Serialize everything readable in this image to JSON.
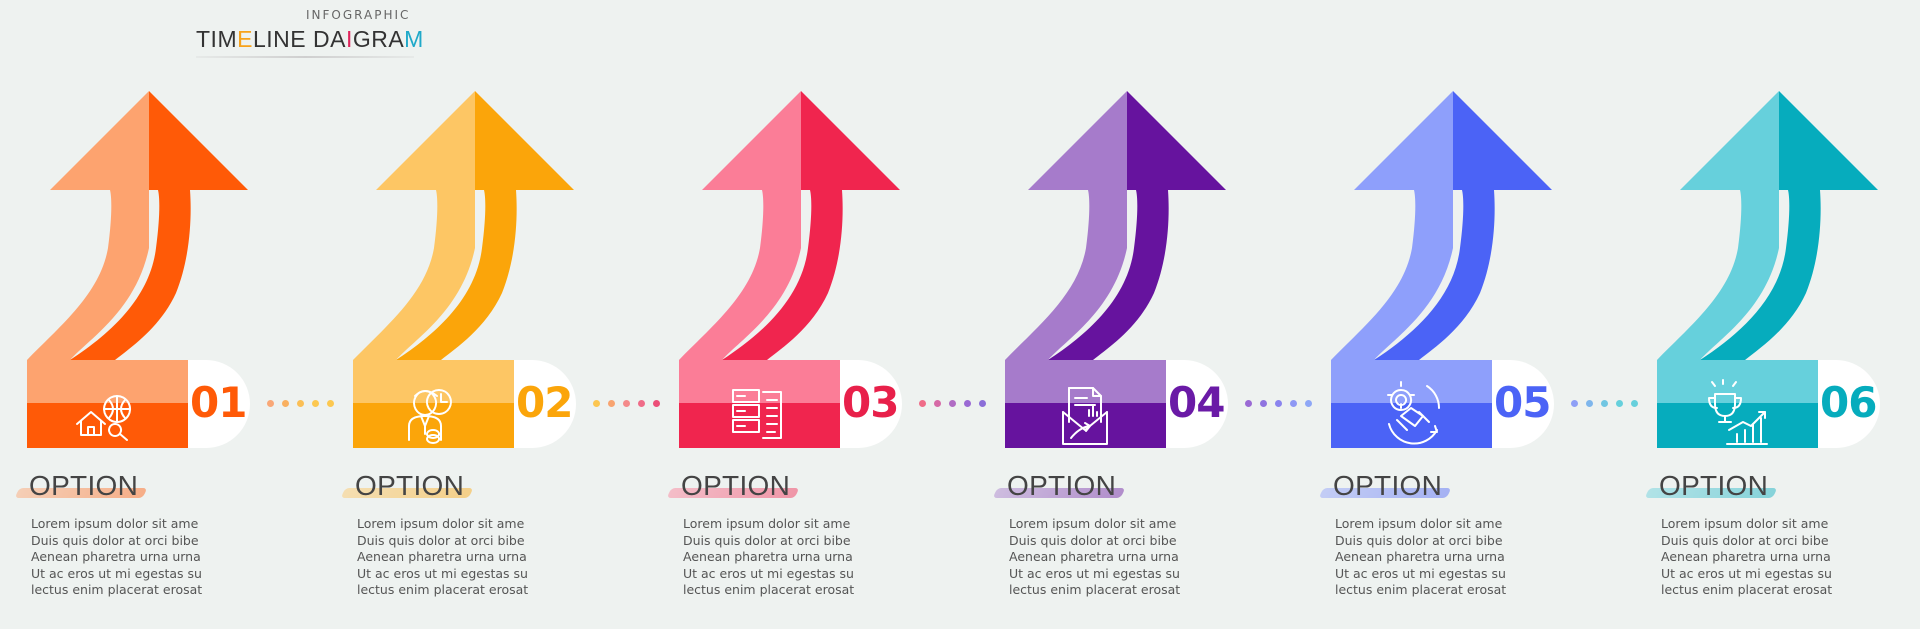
{
  "header": {
    "supertitle": "INFOGRAPHIC",
    "title_parts": [
      {
        "text": "TIM",
        "color": "#333333"
      },
      {
        "text": "E",
        "color": "#f7a21b"
      },
      {
        "text": "LINE DA",
        "color": "#333333"
      },
      {
        "text": "I",
        "color": "#e0255c"
      },
      {
        "text": "GRA",
        "color": "#333333"
      },
      {
        "text": "M",
        "color": "#1fa9c9"
      }
    ]
  },
  "steps": [
    {
      "number": "01",
      "option": "OPTION",
      "icon": "home-search-icon",
      "light": "#fda36f",
      "dark": "#ff5a07",
      "numColor": "#ff5a07",
      "desc": [
        "Lorem ipsum dolor sit ame",
        "Duis quis dolor at orci bibe",
        "Aenean pharetra urna urna",
        "Ut ac eros ut mi egestas su",
        "lectus enim placerat erosat"
      ]
    },
    {
      "number": "02",
      "option": "OPTION",
      "icon": "businessman-time-icon",
      "light": "#fdc664",
      "dark": "#fba50a",
      "numColor": "#fba50a",
      "desc": [
        "Lorem ipsum dolor sit ame",
        "Duis quis dolor at orci bibe",
        "Aenean pharetra urna urna",
        "Ut ac eros ut mi egestas su",
        "lectus enim placerat erosat"
      ]
    },
    {
      "number": "03",
      "option": "OPTION",
      "icon": "server-documents-icon",
      "light": "#fb7d97",
      "dark": "#f0254e",
      "numColor": "#e8204a",
      "desc": [
        "Lorem ipsum dolor sit ame",
        "Duis quis dolor at orci bibe",
        "Aenean pharetra urna urna",
        "Ut ac eros ut mi egestas su",
        "lectus enim placerat erosat"
      ]
    },
    {
      "number": "04",
      "option": "OPTION",
      "icon": "report-envelope-icon",
      "light": "#a67bcb",
      "dark": "#66139e",
      "numColor": "#6a1aa6",
      "desc": [
        "Lorem ipsum dolor sit ame",
        "Duis quis dolor at orci bibe",
        "Aenean pharetra urna urna",
        "Ut ac eros ut mi egestas su",
        "lectus enim placerat erosat"
      ]
    },
    {
      "number": "05",
      "option": "OPTION",
      "icon": "gear-handshake-icon",
      "light": "#8e9ffb",
      "dark": "#4b63f6",
      "numColor": "#4b63f6",
      "desc": [
        "Lorem ipsum dolor sit ame",
        "Duis quis dolor at orci bibe",
        "Aenean pharetra urna urna",
        "Ut ac eros ut mi egestas su",
        "lectus enim placerat erosat"
      ]
    },
    {
      "number": "06",
      "option": "OPTION",
      "icon": "trophy-growth-icon",
      "light": "#66d0dc",
      "dark": "#06acbd",
      "numColor": "#06acbd",
      "desc": [
        "Lorem ipsum dolor sit ame",
        "Duis quis dolor at orci bibe",
        "Aenean pharetra urna urna",
        "Ut ac eros ut mi egestas su",
        "lectus enim placerat erosat"
      ]
    }
  ],
  "connector_colors": [
    [
      "#f9a877",
      "#f9b060",
      "#fbbf55",
      "#fcc850",
      "#fcc850"
    ],
    [
      "#fcc650",
      "#f8a470",
      "#f48a8a",
      "#ef6c88",
      "#ec4f78"
    ],
    [
      "#ef6c88",
      "#d66aa6",
      "#b06cc4",
      "#9a6ad4",
      "#8b6ed8"
    ],
    [
      "#9a6ad4",
      "#8f74e0",
      "#8a84ee",
      "#8e98f4",
      "#8ea7f6"
    ],
    [
      "#8e9ff6",
      "#7eb6ec",
      "#70c6e2",
      "#66d0dc",
      "#66d0dc"
    ]
  ]
}
